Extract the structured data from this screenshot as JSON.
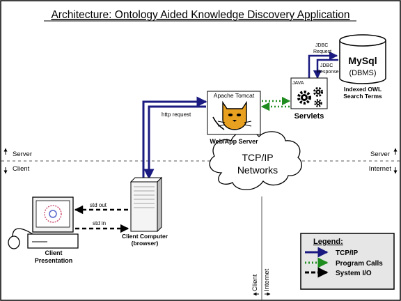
{
  "title": "Architecture:  Ontology Aided Knowledge Discovery Application",
  "zones": {
    "server_left": "Server",
    "client_left": "Client",
    "server_right": "Server",
    "internet_right": "Internet",
    "client_bottom": "Client",
    "internet_bottom": "Internet"
  },
  "database": {
    "name": "MySql",
    "sub": "(DBMS)",
    "caption_line1": "Indexed OWL",
    "caption_line2": "Search Terms"
  },
  "jdbc": {
    "request_line1": "JDBC",
    "request_line2": "Request",
    "response_line1": "JDBC",
    "response_line2": "Response"
  },
  "servlets": {
    "java_label": "JAVA",
    "caption": "Servlets"
  },
  "webserver": {
    "header": "Apache Tomcat",
    "caption": "Web/App Server"
  },
  "http_request": "http request",
  "network": {
    "line1": "TCP/IP",
    "line2": "Networks"
  },
  "client_computer": {
    "line1": "Client Computer",
    "line2": "(browser)"
  },
  "stdio": {
    "out": "std out",
    "in": "std in"
  },
  "client_presentation": {
    "line1": "Client",
    "line2": "Presentation"
  },
  "legend": {
    "title": "Legend:",
    "items": [
      {
        "label": "TCP/IP",
        "style": "solid",
        "color": "#1a1a80"
      },
      {
        "label": "Program Calls",
        "style": "dotted",
        "color": "#1e8c1e"
      },
      {
        "label": "System I/O",
        "style": "dashed",
        "color": "#000000"
      }
    ]
  },
  "colors": {
    "tcpip": "#1a1a80",
    "program_calls": "#1e8c1e",
    "system_io": "#000000",
    "legend_bg": "#e6e6e6",
    "cat": "#e8a020"
  }
}
